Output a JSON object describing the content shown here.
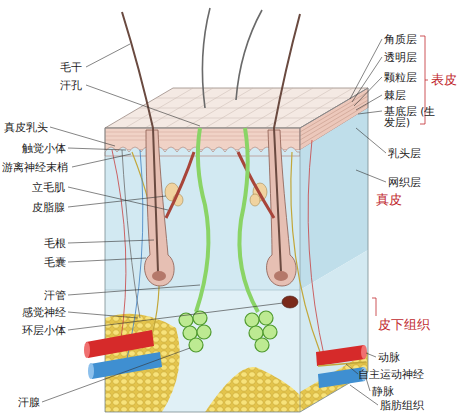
{
  "diagram": {
    "labels": [
      "毛干",
      "汗孔",
      "真皮乳头",
      "触觉小体",
      "游离神经末梢",
      "立毛肌",
      "皮脂腺",
      "毛根",
      "毛囊",
      "汗管",
      "感觉神经",
      "环层小体",
      "汗腺",
      "角质层",
      "透明层",
      "颗粒层",
      "棘层",
      "基底层 (生发层)",
      "表皮",
      "乳头层",
      "网织层",
      "真皮",
      "皮下组织",
      "动脉",
      "自主运动神经",
      "静脉",
      "脂肪组织"
    ]
  }
}
